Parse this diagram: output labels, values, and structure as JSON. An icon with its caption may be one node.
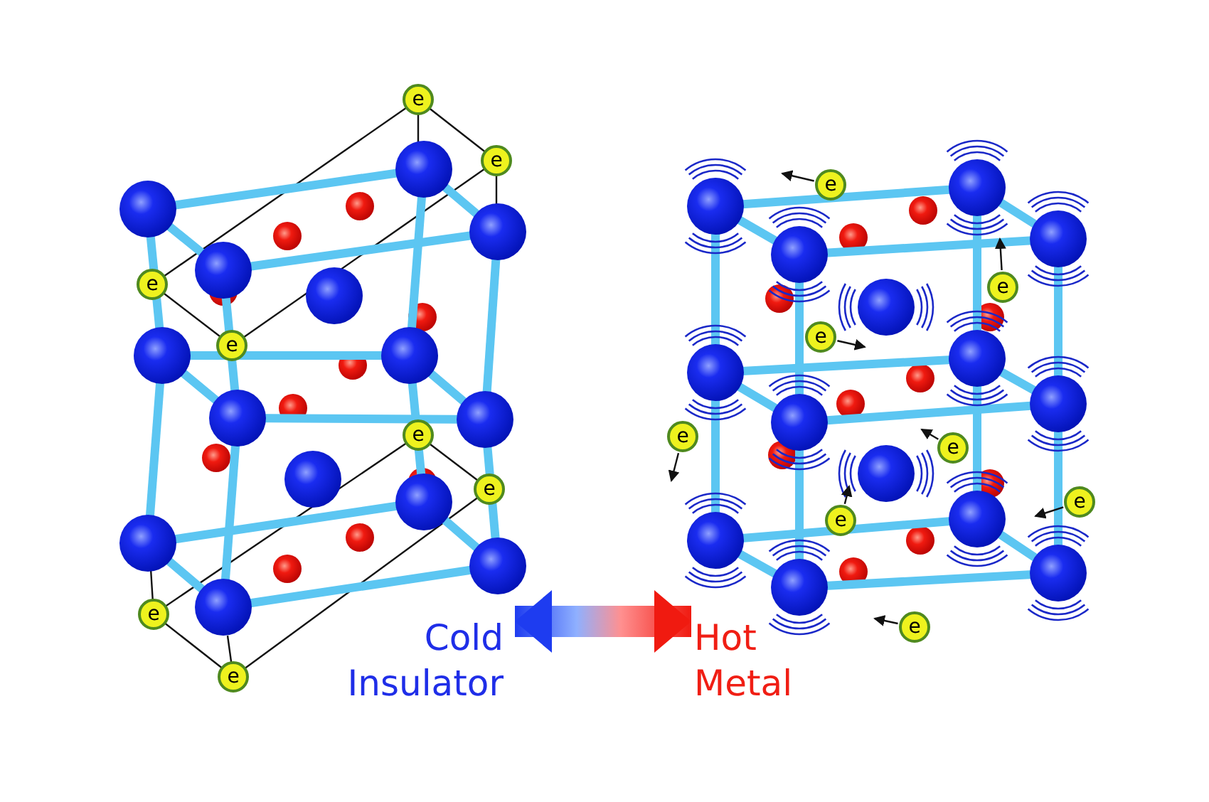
{
  "diagram": {
    "nodes": [
      {
        "text": [
          "e"
        ]
      },
      {
        "text": [
          "e"
        ]
      },
      {
        "text": [
          "e"
        ]
      },
      {
        "text": [
          "e"
        ]
      },
      {
        "text": [
          "e"
        ]
      },
      {
        "text": [
          "e"
        ]
      },
      {
        "text": [
          "e"
        ]
      },
      {
        "text": [
          "e"
        ]
      },
      {
        "text": [
          "e"
        ]
      },
      {
        "text": [
          "e"
        ]
      },
      {
        "text": [
          "e"
        ]
      },
      {
        "text": [
          "e"
        ]
      },
      {
        "text": [
          "e"
        ]
      },
      {
        "text": [
          "e"
        ]
      },
      {
        "text": [
          "e"
        ]
      },
      {
        "text": [
          "e"
        ]
      },
      {
        "text": [
          "Cold Insulator"
        ]
      },
      {
        "text": [
          "Hot Metal"
        ]
      }
    ],
    "edges": [
      {
        "from": 16,
        "to": 17,
        "arrow": "both"
      }
    ]
  }
}
